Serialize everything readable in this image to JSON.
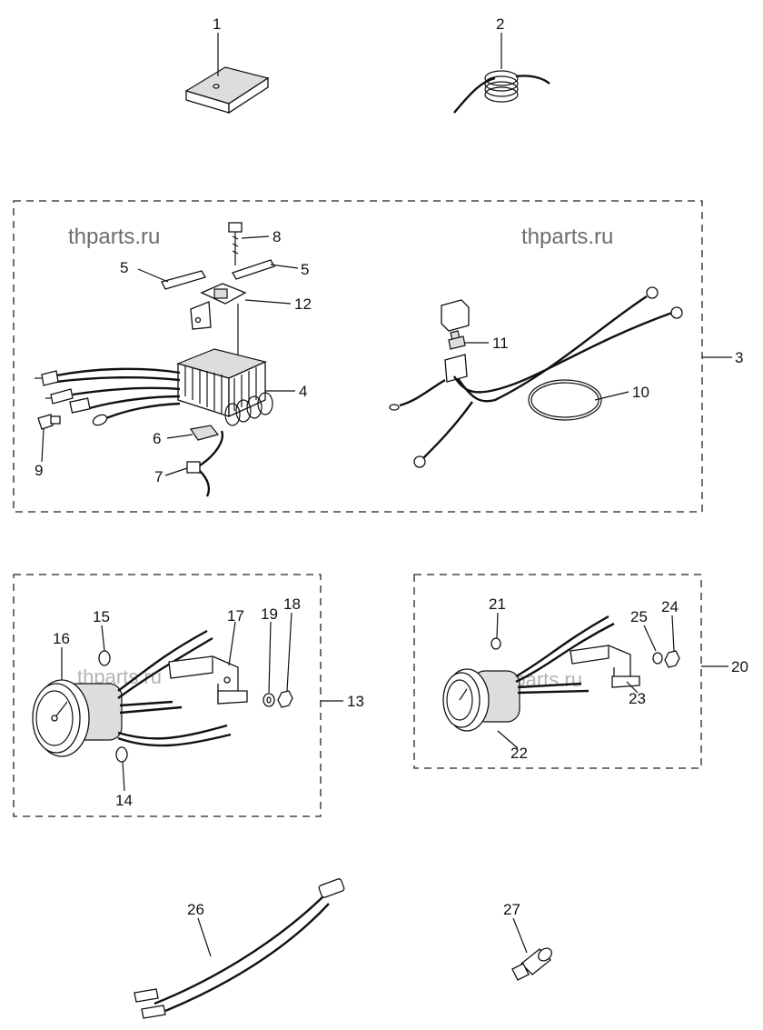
{
  "watermark": "thparts.ru",
  "callouts": [
    "1",
    "2",
    "3",
    "4",
    "5",
    "5",
    "6",
    "7",
    "8",
    "9",
    "10",
    "11",
    "12",
    "13",
    "14",
    "15",
    "16",
    "17",
    "18",
    "19",
    "20",
    "21",
    "22",
    "23",
    "24",
    "25",
    "26",
    "27"
  ],
  "colors": {
    "ink": "#111111",
    "background": "#ffffff",
    "watermark": "#6d6d6d"
  }
}
